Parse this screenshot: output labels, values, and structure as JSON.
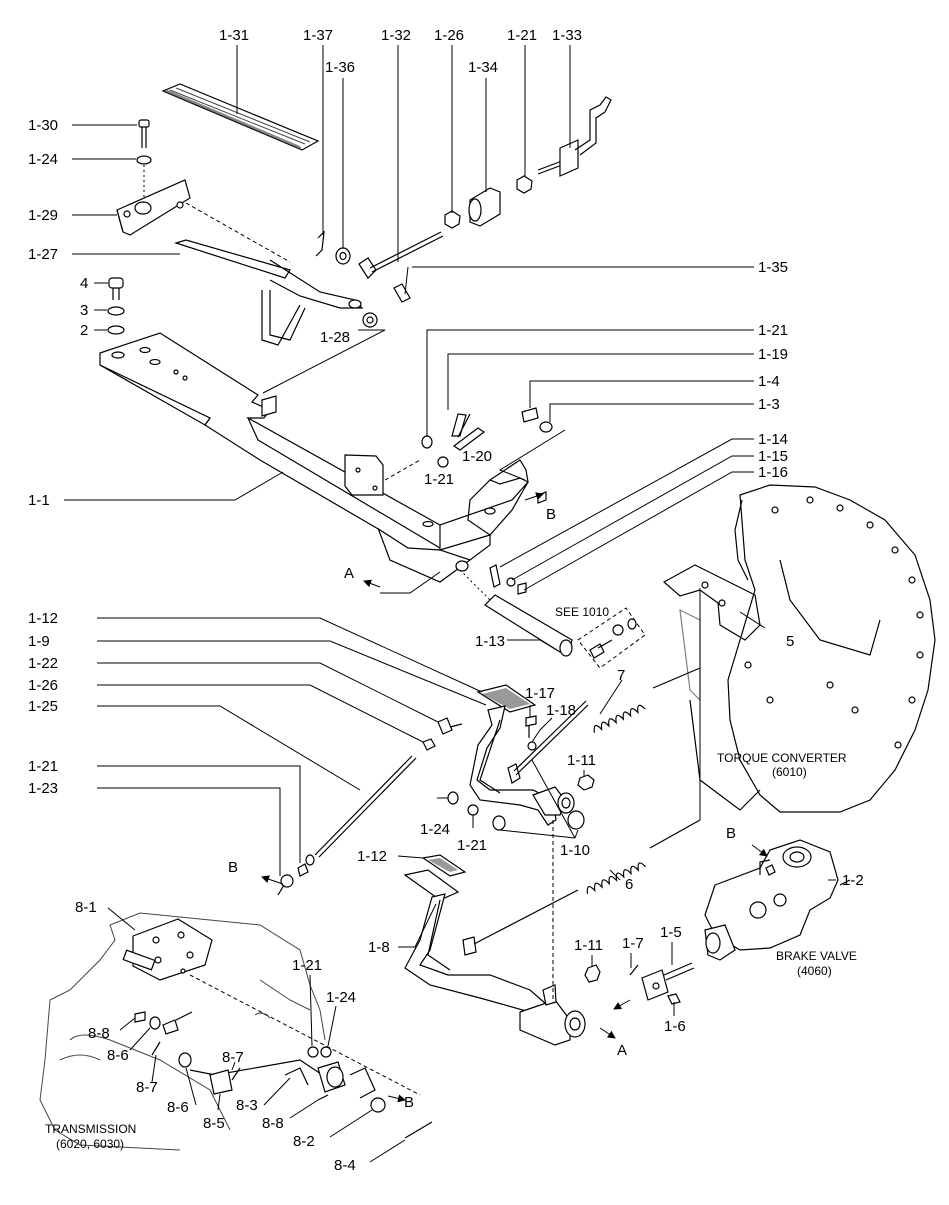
{
  "callouts": {
    "c1_31": "1-31",
    "c1_37": "1-37",
    "c1_32": "1-32",
    "c1_26a": "1-26",
    "c1_21a": "1-21",
    "c1_33": "1-33",
    "c1_36": "1-36",
    "c1_34": "1-34",
    "c1_30": "1-30",
    "c1_24a": "1-24",
    "c1_29": "1-29",
    "c1_27": "1-27",
    "c1_35": "1-35",
    "c4": "4",
    "c3": "3",
    "c2": "2",
    "c1_28": "1-28",
    "c1_21b": "1-21",
    "c1_19": "1-19",
    "c1_4": "1-4",
    "c1_3": "1-3",
    "c1_20": "1-20",
    "c1_21c": "1-21",
    "c1_14": "1-14",
    "c1_15": "1-15",
    "c1_16": "1-16",
    "c1_1": "1-1",
    "cB1": "B",
    "cA1": "A",
    "c1_12a": "1-12",
    "c1_9": "1-9",
    "c1_22": "1-22",
    "c1_26b": "1-26",
    "c1_25": "1-25",
    "c1_21d": "1-21",
    "c1_23": "1-23",
    "c1_13": "1-13",
    "c5": "5",
    "c7": "7",
    "c1_17": "1-17",
    "c1_18": "1-18",
    "c1_11a": "1-11",
    "c1_24b": "1-24",
    "c1_21e": "1-21",
    "c1_10": "1-10",
    "cB2": "B",
    "c1_12b": "1-12",
    "c6": "6",
    "c1_8": "1-8",
    "c8_1": "8-1",
    "c1_11b": "1-11",
    "c1_7": "1-7",
    "c1_5": "1-5",
    "c1_6": "1-6",
    "cA2": "A",
    "c1_2": "1-2",
    "cB3": "B",
    "c1_21f": "1-21",
    "c1_24c": "1-24",
    "c8_8a": "8-8",
    "c8_6a": "8-6",
    "c8_7a": "8-7",
    "c8_7b": "8-7",
    "c8_6b": "8-6",
    "c8_3": "8-3",
    "c8_5": "8-5",
    "c8_8b": "8-8",
    "c8_2": "8-2",
    "cB4": "B",
    "c8_4": "8-4"
  },
  "captions": {
    "see_1010": "SEE 1010",
    "torque_converter": "TORQUE CONVERTER",
    "torque_converter_ref": "(6010)",
    "brake_valve": "BRAKE VALVE",
    "brake_valve_ref": "(4060)",
    "transmission": "TRANSMISSION",
    "transmission_ref": "(6020, 6030)"
  },
  "icons": [
    "hex-nut-icon",
    "washer-icon",
    "bolt-icon",
    "spring-icon",
    "pedal-pad-icon",
    "direction-arrow-icon"
  ]
}
